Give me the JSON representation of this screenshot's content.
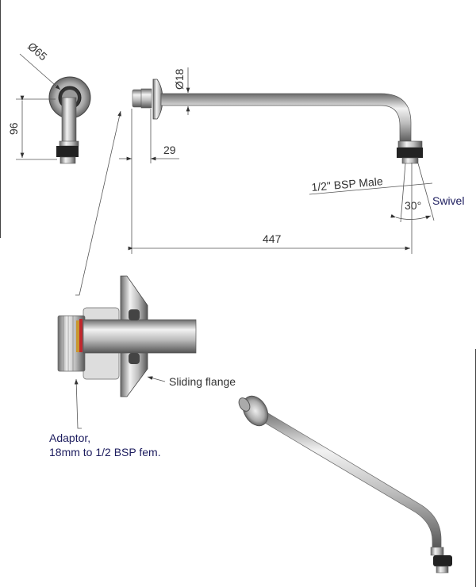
{
  "dimensions": {
    "flange_diameter": "Ø65",
    "height": "96",
    "pipe_diameter": "Ø18",
    "adaptor_length": "29",
    "arm_length": "447",
    "thread": "1/2\" BSP Male",
    "swivel_angle": "30°",
    "swivel_label": "Swivel"
  },
  "callouts": {
    "sliding_flange": "Sliding flange",
    "adaptor_line1": "Adaptor,",
    "adaptor_line2": "18mm to 1/2 BSP fem."
  },
  "colors": {
    "callout_text": "#1c1c5e",
    "seal_red": "#c0282e",
    "seal_brass": "#c9962e"
  }
}
